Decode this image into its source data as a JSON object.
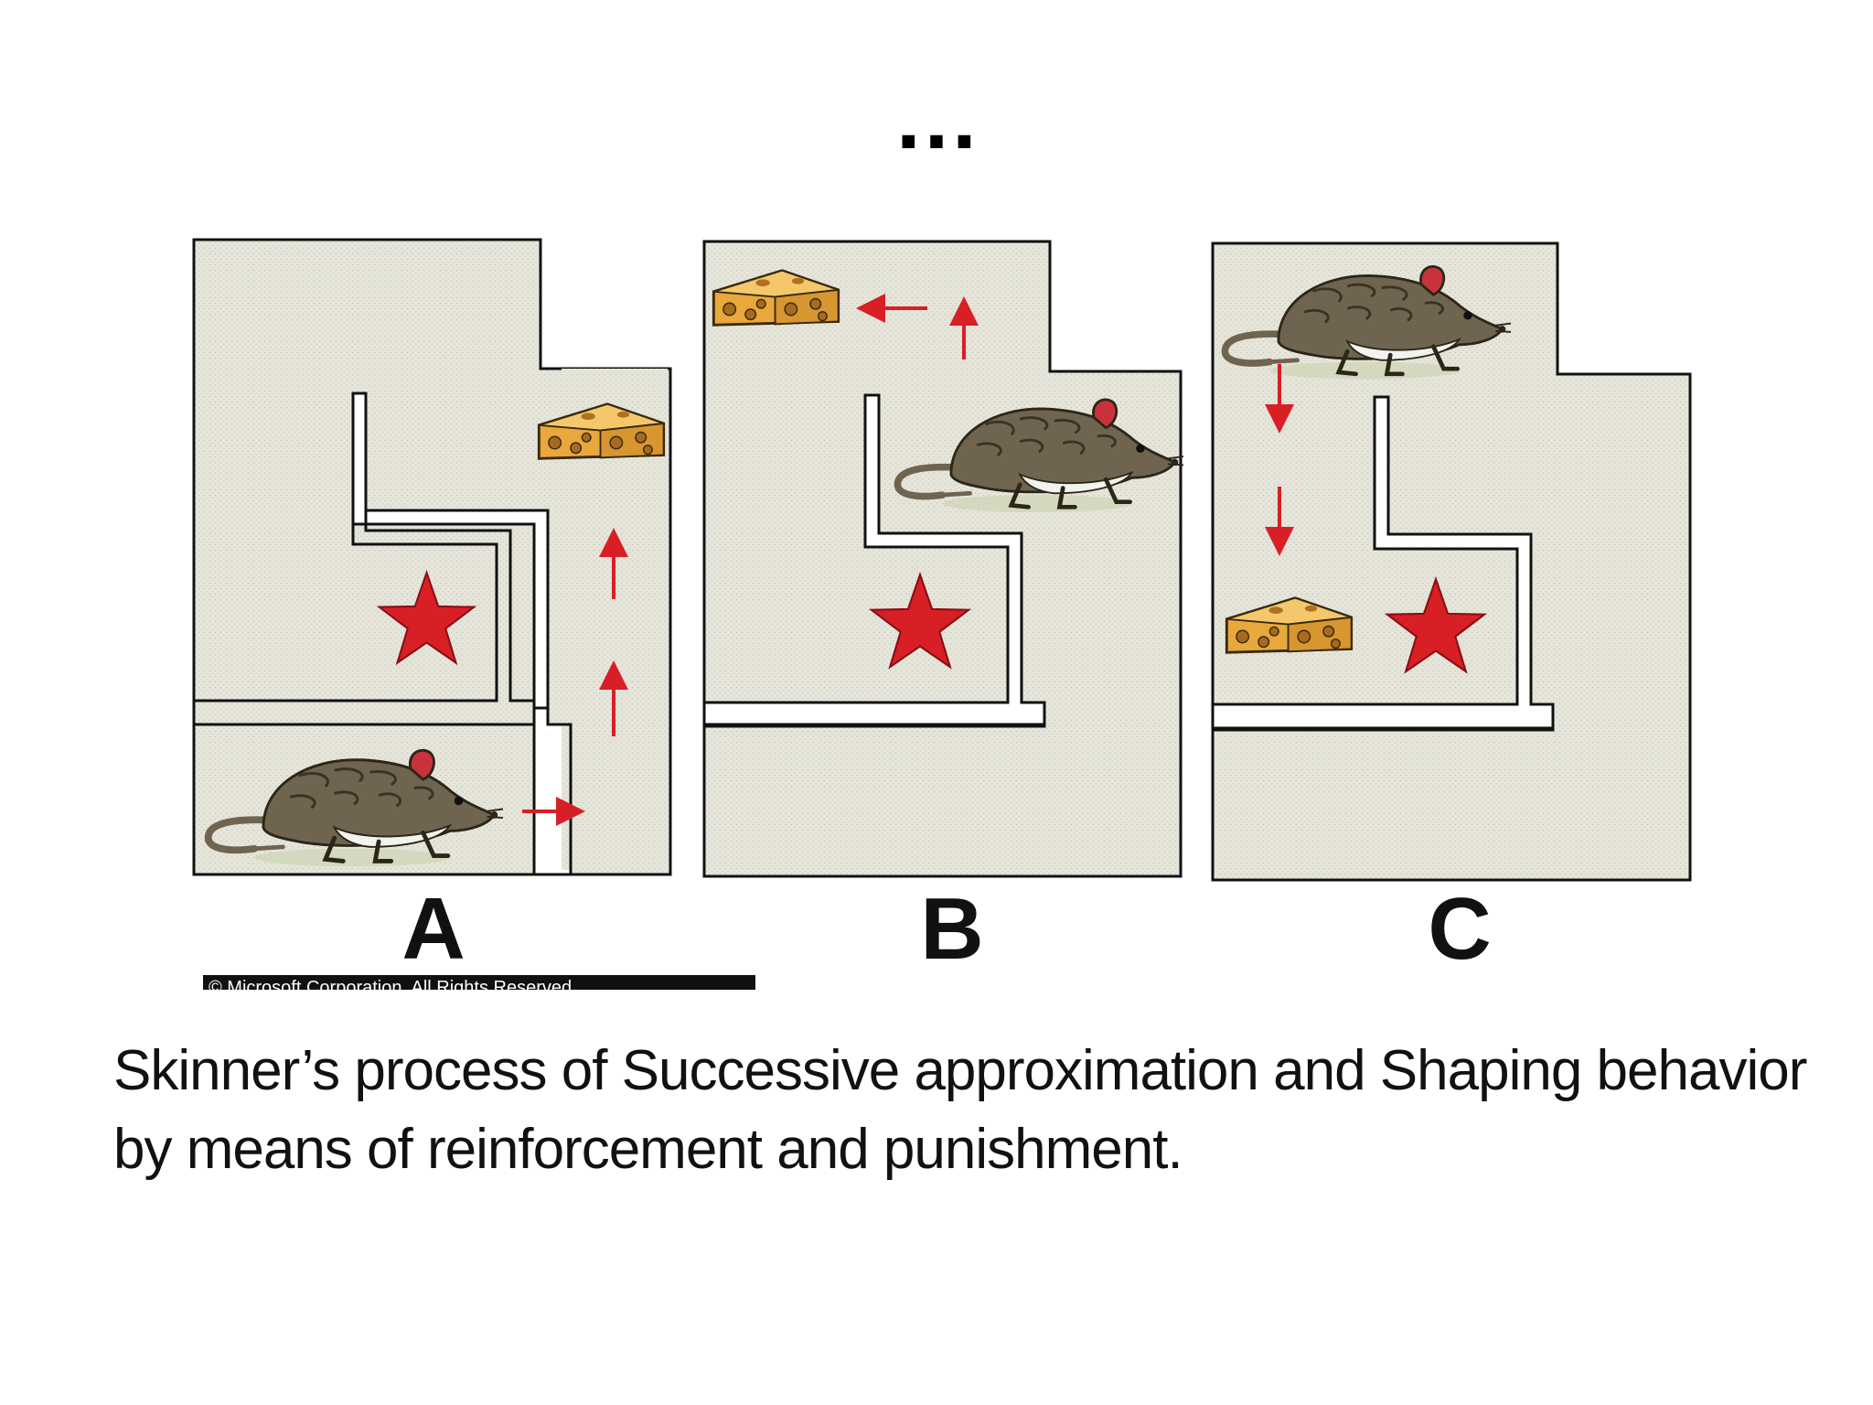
{
  "slide": {
    "title": "…",
    "caption_line1": "Skinner’s  process of  Successive approximation and Shaping behavior",
    "caption_line2": "by means of reinforcement and punishment."
  },
  "figure": {
    "panels": [
      {
        "label": "A",
        "mouse": "mouse-icon",
        "reward": "cheese-icon",
        "target": "star-icon"
      },
      {
        "label": "B",
        "mouse": "mouse-icon",
        "reward": "cheese-icon",
        "target": "star-icon"
      },
      {
        "label": "C",
        "mouse": "mouse-icon",
        "reward": "cheese-icon",
        "target": "star-icon"
      }
    ],
    "copyright_text": "© Microsoft Corporation. All Rights Reserved.",
    "colors": {
      "floor": "#e6e5da",
      "wall": "#111111",
      "arrow": "#d81f26",
      "star": "#d81f26",
      "cheese": "#e8a83c",
      "mouse_body": "#6e6450",
      "mouse_belly": "#f2f2ee",
      "mouse_ear": "#c8323a"
    }
  }
}
